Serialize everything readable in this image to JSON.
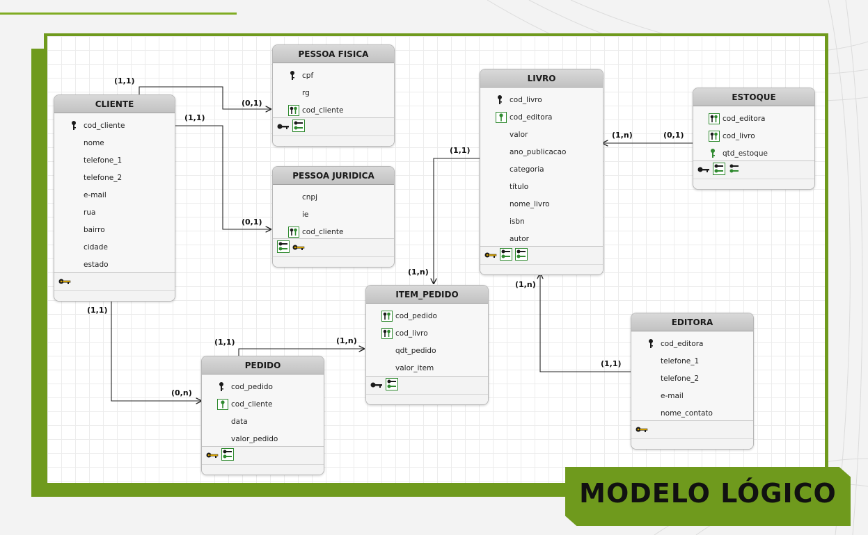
{
  "colors": {
    "accent": "#6f9a1d",
    "key": "#1a1a1a",
    "fk": "#2f8a2f",
    "gold": "#d9a400"
  },
  "entities": {
    "pessoa_fisica": {
      "title": "PESSOA FISICA",
      "attrs": [
        {
          "name": "cpf",
          "icon": "pk-icon"
        },
        {
          "name": "rg",
          "icon": ""
        },
        {
          "name": "cod_cliente",
          "icon": "fk-icon"
        }
      ]
    },
    "cliente": {
      "title": "CLIENTE",
      "attrs": [
        {
          "name": "cod_cliente",
          "icon": "pk-icon"
        },
        {
          "name": "nome",
          "icon": ""
        },
        {
          "name": "telefone_1",
          "icon": ""
        },
        {
          "name": "telefone_2",
          "icon": ""
        },
        {
          "name": "e-mail",
          "icon": ""
        },
        {
          "name": "rua",
          "icon": ""
        },
        {
          "name": "bairro",
          "icon": ""
        },
        {
          "name": "cidade",
          "icon": ""
        },
        {
          "name": "estado",
          "icon": ""
        }
      ]
    },
    "pessoa_juridica": {
      "title": "PESSOA JURIDICA",
      "attrs": [
        {
          "name": "cnpj",
          "icon": ""
        },
        {
          "name": "ie",
          "icon": ""
        },
        {
          "name": "cod_cliente",
          "icon": "fk-icon"
        }
      ]
    },
    "livro": {
      "title": "LIVRO",
      "attrs": [
        {
          "name": "cod_livro",
          "icon": "pk-icon"
        },
        {
          "name": "cod_editora",
          "icon": "fk-single-icon"
        },
        {
          "name": "valor",
          "icon": ""
        },
        {
          "name": "ano_publicacao",
          "icon": ""
        },
        {
          "name": "categoria",
          "icon": ""
        },
        {
          "name": "título",
          "icon": ""
        },
        {
          "name": "nome_livro",
          "icon": ""
        },
        {
          "name": "isbn",
          "icon": ""
        },
        {
          "name": "autor",
          "icon": ""
        }
      ]
    },
    "estoque": {
      "title": "ESTOQUE",
      "attrs": [
        {
          "name": "cod_editora",
          "icon": "fk-icon"
        },
        {
          "name": "cod_livro",
          "icon": "fk-icon"
        },
        {
          "name": "qtd_estoque",
          "icon": "pk-green-icon"
        }
      ]
    },
    "item_pedido": {
      "title": "ITEM_PEDIDO",
      "attrs": [
        {
          "name": "cod_pedido",
          "icon": "fk-icon"
        },
        {
          "name": "cod_livro",
          "icon": "fk-icon"
        },
        {
          "name": "qdt_pedido",
          "icon": ""
        },
        {
          "name": "valor_item",
          "icon": ""
        }
      ]
    },
    "pedido": {
      "title": "PEDIDO",
      "attrs": [
        {
          "name": "cod_pedido",
          "icon": "pk-icon"
        },
        {
          "name": "cod_cliente",
          "icon": "fk-single-icon"
        },
        {
          "name": "data",
          "icon": ""
        },
        {
          "name": "valor_pedido",
          "icon": ""
        }
      ]
    },
    "editora": {
      "title": "EDITORA",
      "attrs": [
        {
          "name": "cod_editora",
          "icon": "pk-icon"
        },
        {
          "name": "telefone_1",
          "icon": ""
        },
        {
          "name": "telefone_2",
          "icon": ""
        },
        {
          "name": "e-mail",
          "icon": ""
        },
        {
          "name": "nome_contato",
          "icon": ""
        }
      ]
    }
  },
  "cardinalities": {
    "c1": "(1,1)",
    "c2": "(0,1)",
    "c3": "(1,1)",
    "c4": "(0,1)",
    "c5": "(1,1)",
    "c6": "(1,n)",
    "c7": "(0,1)",
    "c8": "(1,n)",
    "c9": "(1,1)",
    "c10": "(0,n)",
    "c11": "(1,1)",
    "c12": "(1,n)",
    "c13": "(1,n)",
    "c14": "(1,1)"
  },
  "banner": {
    "label": "MODELO LÓGICO"
  }
}
